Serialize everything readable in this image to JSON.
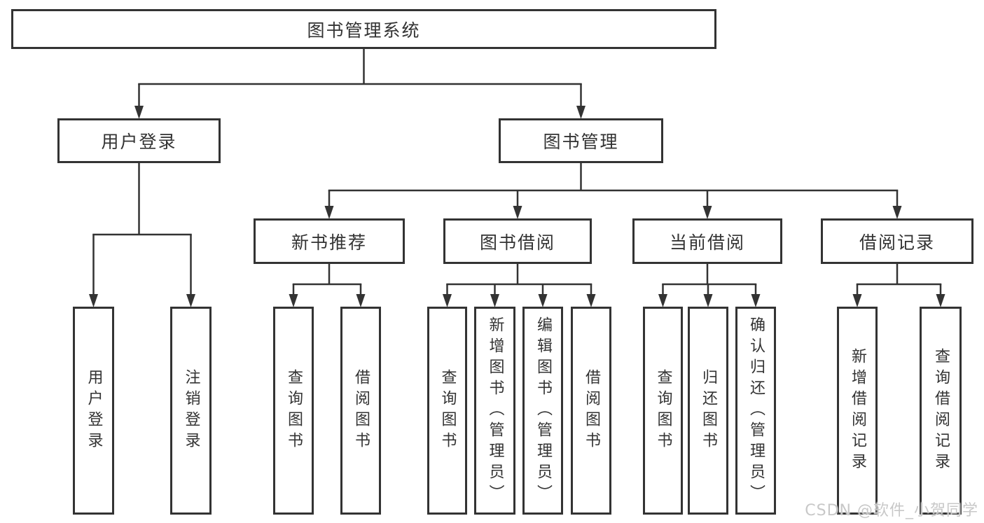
{
  "diagram": {
    "type": "tree",
    "title": "图书管理系统",
    "nodes": [
      {
        "id": "root",
        "label": "图书管理系统",
        "parent": null
      },
      {
        "id": "user-login",
        "label": "用户登录",
        "parent": "root"
      },
      {
        "id": "book-mgmt",
        "label": "图书管理",
        "parent": "root"
      },
      {
        "id": "new-book-rec",
        "label": "新书推荐",
        "parent": "book-mgmt"
      },
      {
        "id": "book-borrow",
        "label": "图书借阅",
        "parent": "book-mgmt"
      },
      {
        "id": "current-borrow",
        "label": "当前借阅",
        "parent": "book-mgmt"
      },
      {
        "id": "borrow-records",
        "label": "借阅记录",
        "parent": "book-mgmt"
      },
      {
        "id": "login-op",
        "label": "用户登录",
        "parent": "user-login"
      },
      {
        "id": "logout-op",
        "label": "注销登录",
        "parent": "user-login"
      },
      {
        "id": "query-book-1",
        "label": "查询图书",
        "parent": "new-book-rec"
      },
      {
        "id": "borrow-book-1",
        "label": "借阅图书",
        "parent": "new-book-rec"
      },
      {
        "id": "query-book-2",
        "label": "查询图书",
        "parent": "book-borrow"
      },
      {
        "id": "add-book",
        "label": "新增图书（管理员）",
        "parent": "book-borrow"
      },
      {
        "id": "edit-book",
        "label": "编辑图书（管理员）",
        "parent": "book-borrow"
      },
      {
        "id": "borrow-book-2",
        "label": "借阅图书",
        "parent": "book-borrow"
      },
      {
        "id": "query-book-3",
        "label": "查询图书",
        "parent": "current-borrow"
      },
      {
        "id": "return-book",
        "label": "归还图书",
        "parent": "current-borrow"
      },
      {
        "id": "confirm-return",
        "label": "确认归还（管理员）",
        "parent": "current-borrow"
      },
      {
        "id": "add-borrow-record",
        "label": "新增借阅记录",
        "parent": "borrow-records"
      },
      {
        "id": "query-borrow-record",
        "label": "查询借阅记录",
        "parent": "borrow-records"
      }
    ]
  },
  "watermark": {
    "text": "CSDN @软件_小贺同学"
  },
  "colors": {
    "line": "#333333",
    "box_border": "#333333",
    "text": "#333333",
    "background": "#ffffff",
    "watermark": "#c8c8c8"
  }
}
